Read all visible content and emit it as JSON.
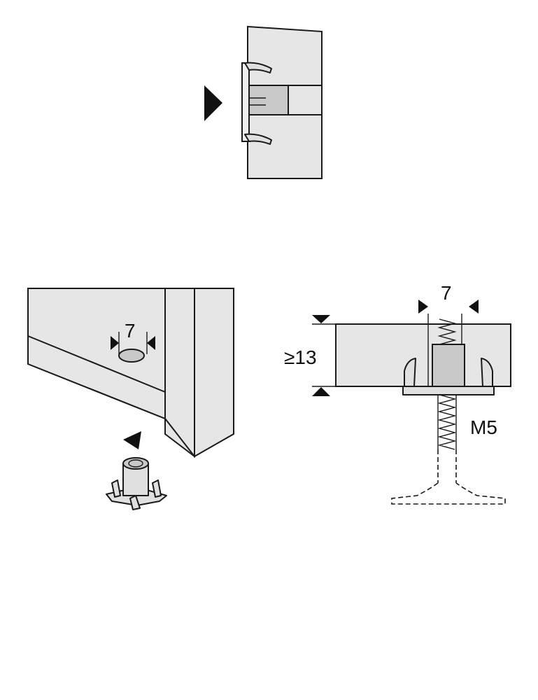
{
  "labels": {
    "hole_diameter_left": "7",
    "hole_diameter_right": "7",
    "min_thickness": "≥13",
    "thread": "M5"
  },
  "colors": {
    "panel_fill": "#e6e6e6",
    "line": "#1a1a1a",
    "arrow": "#111111"
  }
}
